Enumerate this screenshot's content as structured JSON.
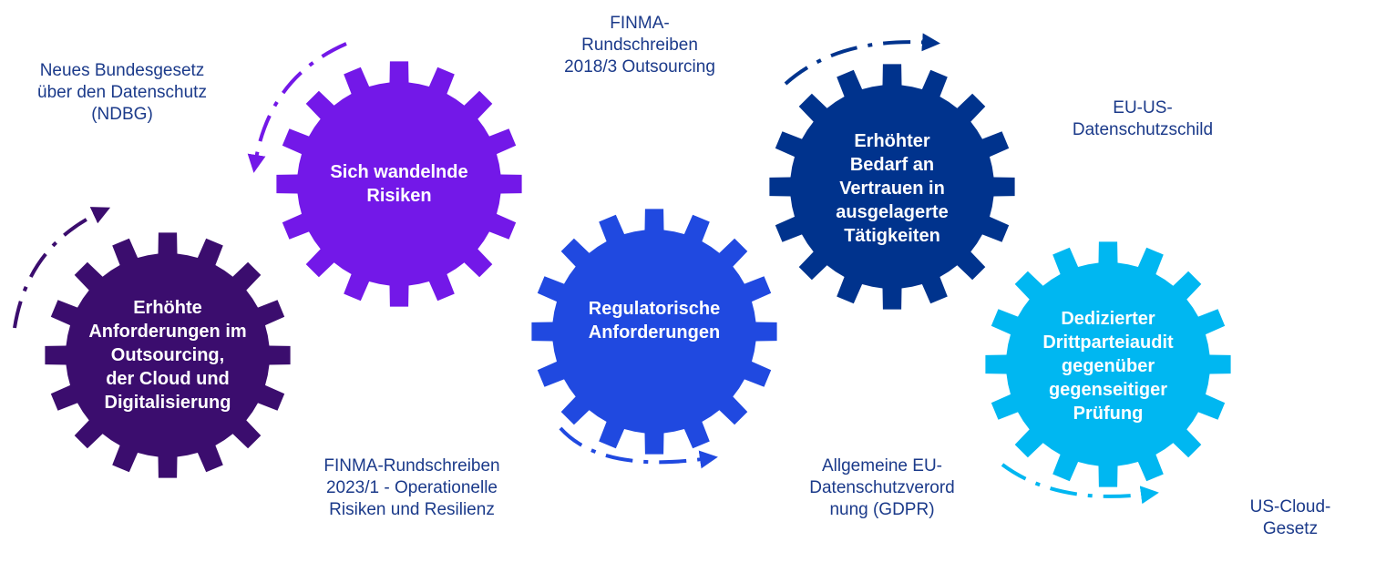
{
  "gears": [
    {
      "label": "Erhöhte\nAnforderungen im\nOutsourcing,\nder Cloud und\nDigitalisierung",
      "color": "#3b0d6e"
    },
    {
      "label": "Sich wandelnde\nRisiken",
      "color": "#7318e8"
    },
    {
      "label": "Regulatorische\nAnforderungen",
      "color": "#2049e0"
    },
    {
      "label": "Erhöhter\nBedarf an\nVertrauen in\nausgelagerte\nTätigkeiten",
      "color": "#00338d"
    },
    {
      "label": "Dedizierter\nDrittparteiaudit\ngegenüber\ngegenseitiger\nPrüfung",
      "color": "#00b7f1"
    }
  ],
  "notes": [
    "Neues Bundesgesetz\nüber den Datenschutz\n(NDBG)",
    "FINMA-\nRundschreiben\n2018/3 Outsourcing",
    "EU-US-\nDatenschutzschild",
    "FINMA-Rundschreiben\n2023/1 - Operationelle\nRisiken und Resilienz",
    "Allgemeine EU-\nDatenschutzverord\nnung (GDPR)",
    "US-Cloud-Gesetz"
  ]
}
